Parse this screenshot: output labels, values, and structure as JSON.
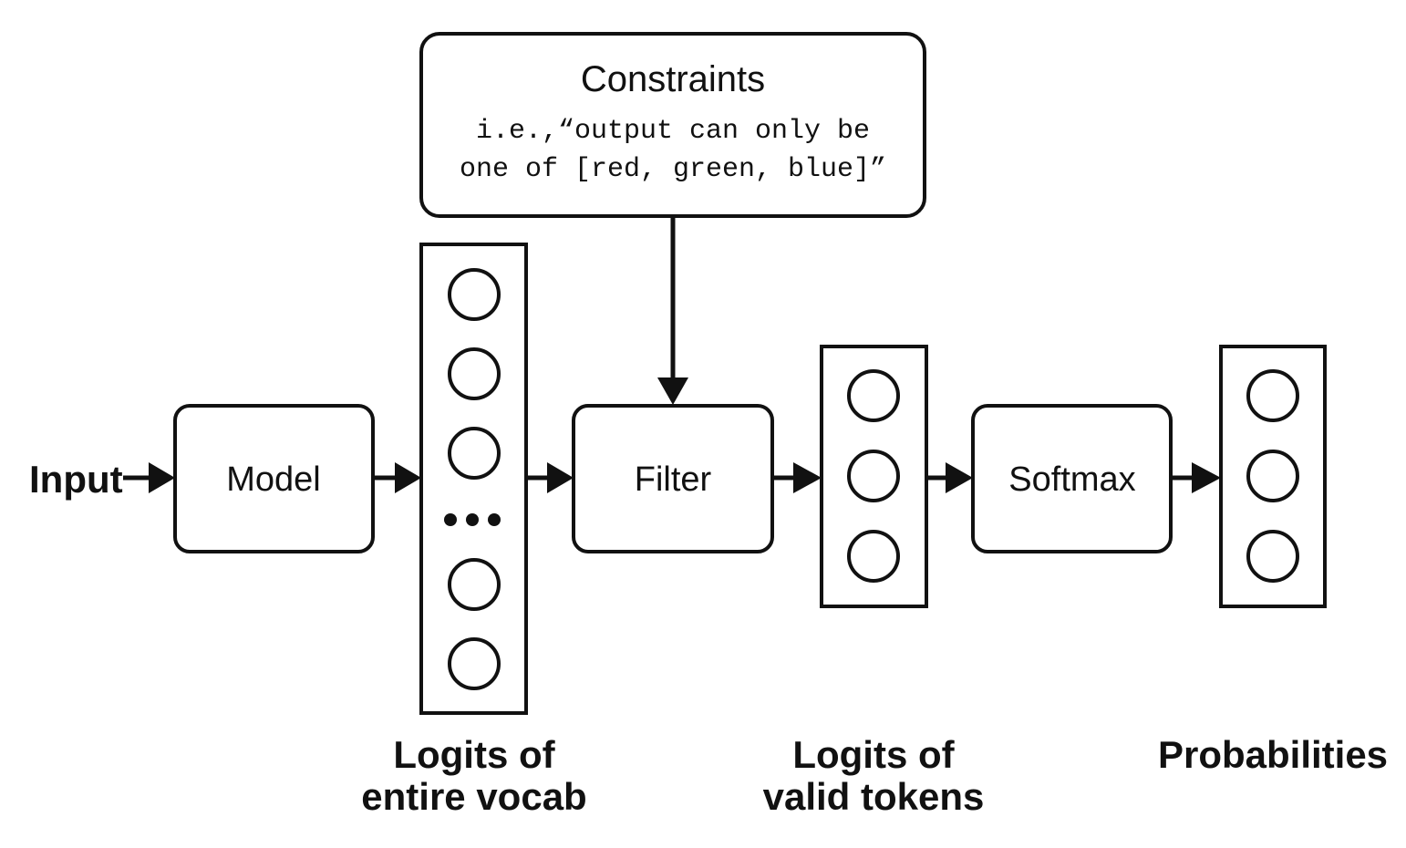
{
  "input_label": "Input",
  "model_label": "Model",
  "filter_label": "Filter",
  "softmax_label": "Softmax",
  "constraints": {
    "title": "Constraints",
    "example_line1": "i.e.,“output can only be",
    "example_line2": "one of [red, green, blue]”"
  },
  "vocab_logits": {
    "label_line1": "Logits of",
    "label_line2": "entire vocab"
  },
  "valid_logits": {
    "label_line1": "Logits of",
    "label_line2": "valid tokens"
  },
  "probabilities_label": "Probabilities",
  "colors": {
    "stroke": "#111111",
    "background": "#ffffff"
  }
}
